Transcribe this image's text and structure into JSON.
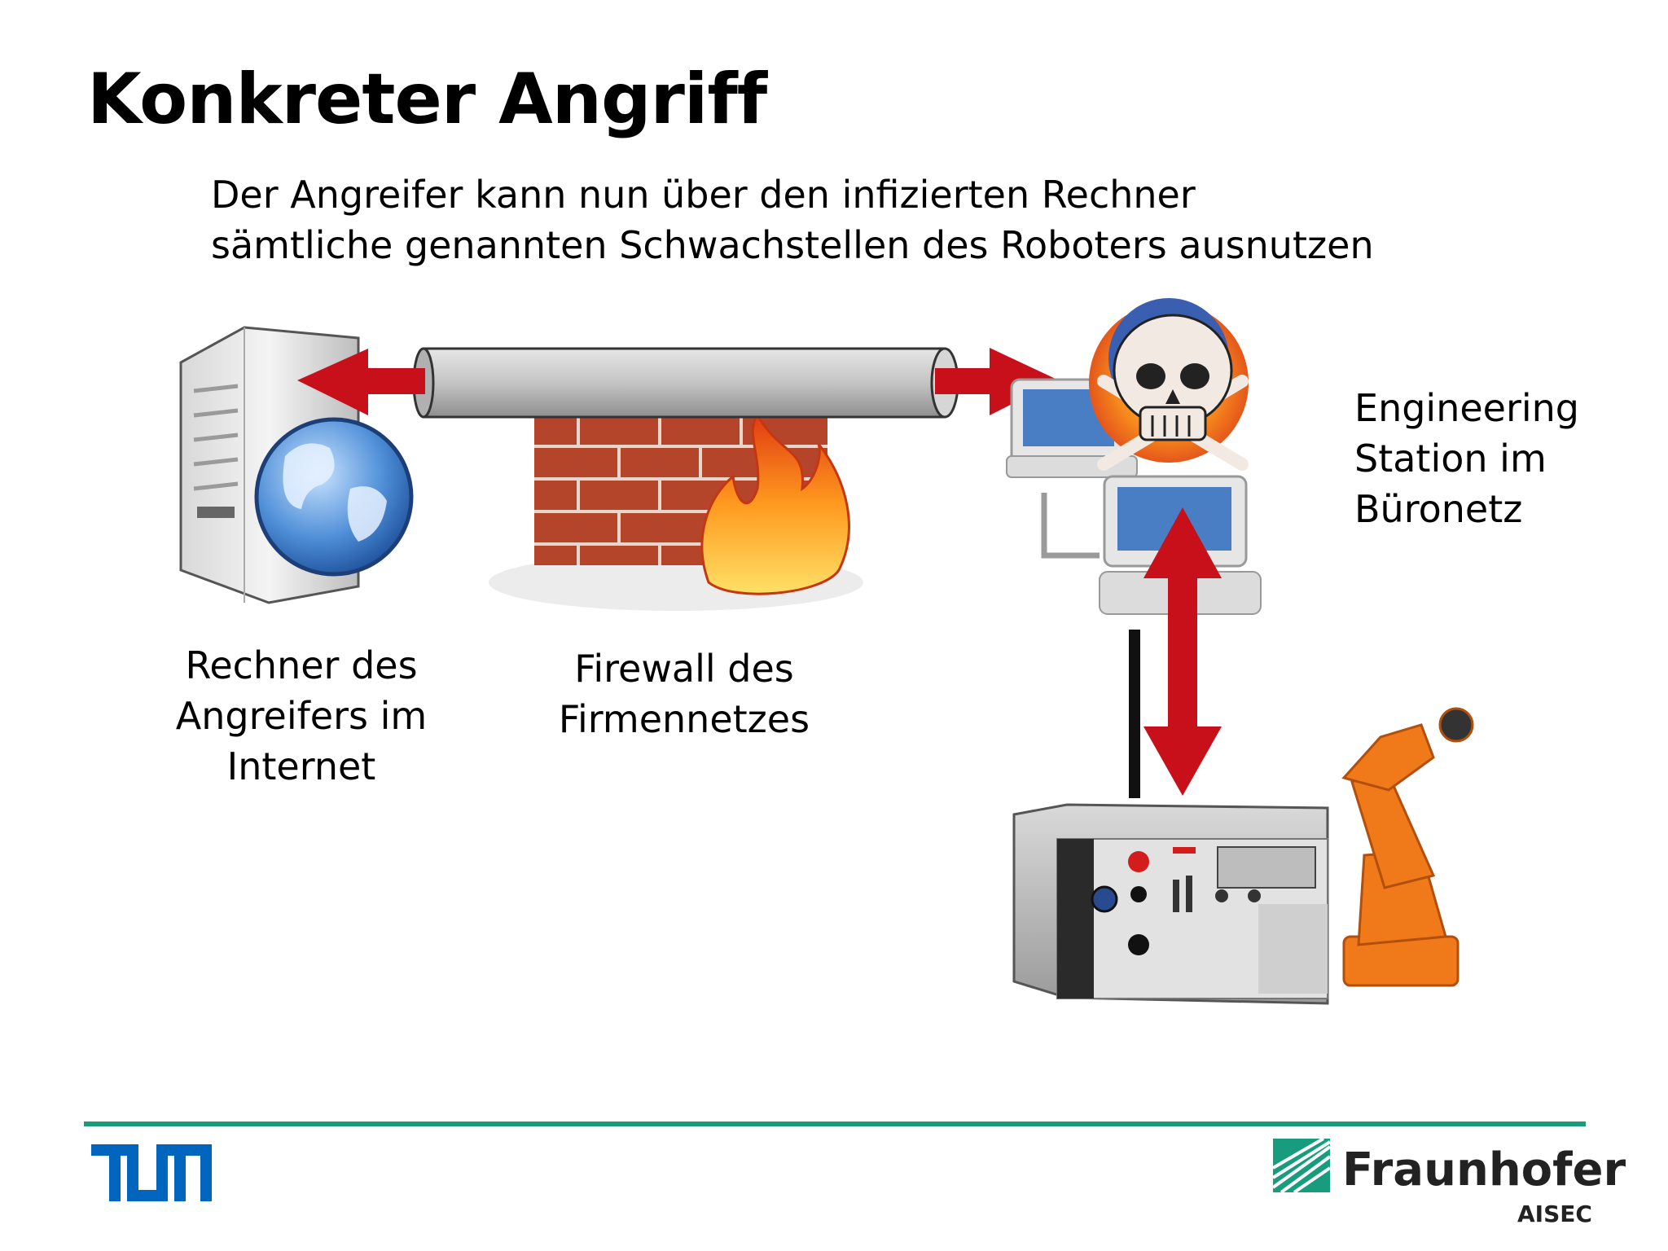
{
  "slide": {
    "title": "Konkreter Angriff",
    "subtitle_line1": "Der Angreifer kann nun über den infizierten Rechner",
    "subtitle_line2": "sämtliche genannten Schwachstellen des Roboters ausnutzen"
  },
  "nodes": {
    "attacker": {
      "label": [
        "Rechner des",
        "Angreifers im",
        "Internet"
      ],
      "icon": "server-globe-icon"
    },
    "firewall": {
      "label": [
        "Firewall des",
        "Firmennetzes"
      ],
      "icon": "firewall-icon"
    },
    "engineering_station": {
      "label": [
        "Engineering",
        "Station im",
        "Büronetz"
      ],
      "icon": "infected-workstation-icon"
    },
    "robot": {
      "icon": "robot-controller-icon"
    }
  },
  "footer": {
    "left_logo": "TUM",
    "right_logo_name": "Fraunhofer",
    "right_logo_unit": "AISEC"
  },
  "colors": {
    "arrow": "#c8101a",
    "footer_line": "#1a9b7b",
    "tum_blue": "#0065bd",
    "fraunhofer_green": "#179c7d",
    "robot_orange": "#f07a1a"
  }
}
